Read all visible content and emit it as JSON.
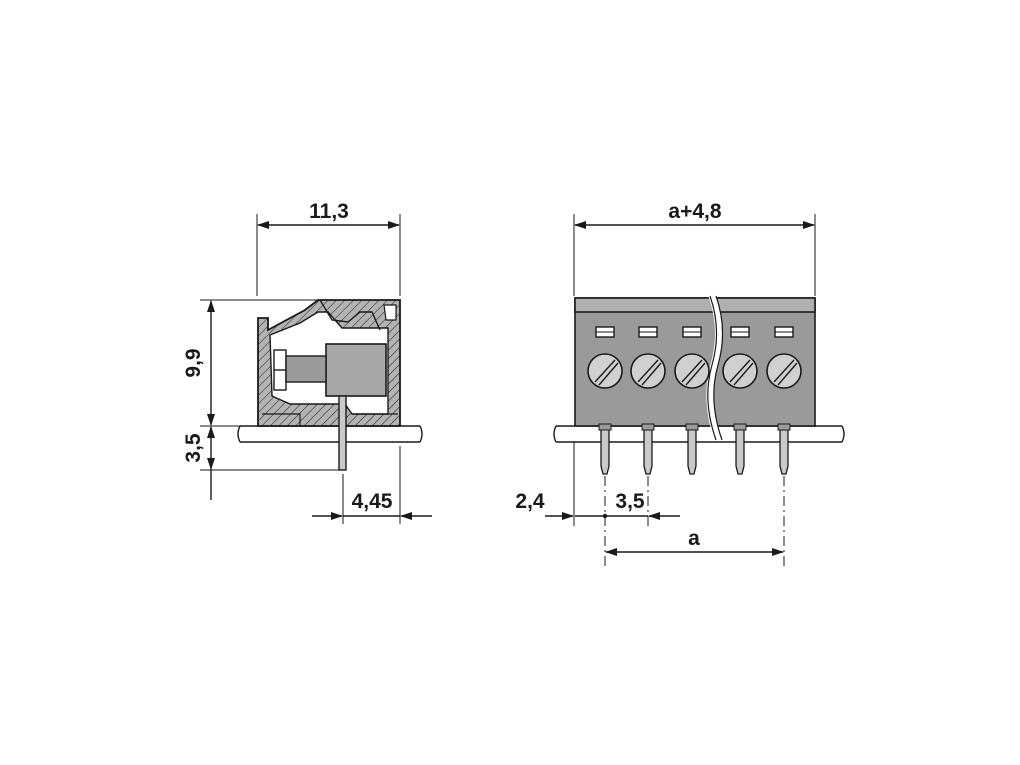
{
  "dimensions": {
    "side_width": "11,3",
    "side_height": "9,9",
    "pin_length": "3,5",
    "pin_offset": "4,45",
    "front_width": "a+4,8",
    "edge_offset": "2,4",
    "pitch": "3,5",
    "span": "a"
  },
  "front_view": {
    "positions": 5
  }
}
